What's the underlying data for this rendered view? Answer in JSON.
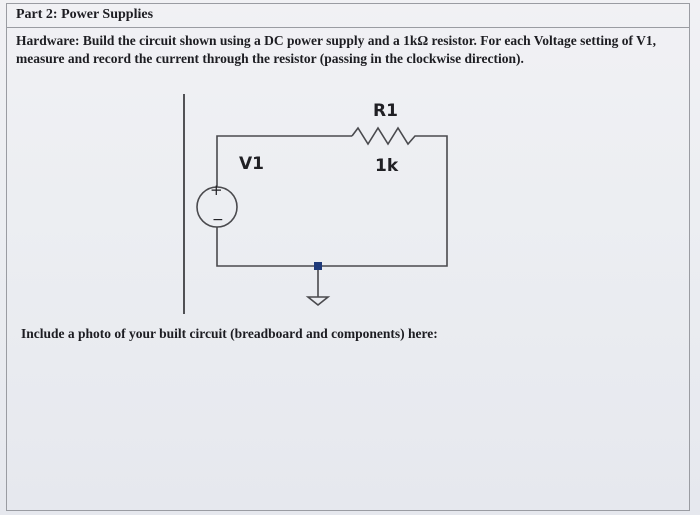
{
  "section": {
    "title": "Part 2: Power Supplies",
    "instructions": "Hardware: Build the circuit shown using a DC power supply and a 1kΩ resistor. For each Voltage setting of V1, measure and record the current through the resistor (passing in the clockwise direction).",
    "photo_prompt": "Include a photo of your built circuit (breadboard and components) here:"
  },
  "circuit": {
    "resistor_name": "R1",
    "resistor_value": "1k",
    "source_name": "V1",
    "plus_sign": "+",
    "minus_sign": "−"
  }
}
